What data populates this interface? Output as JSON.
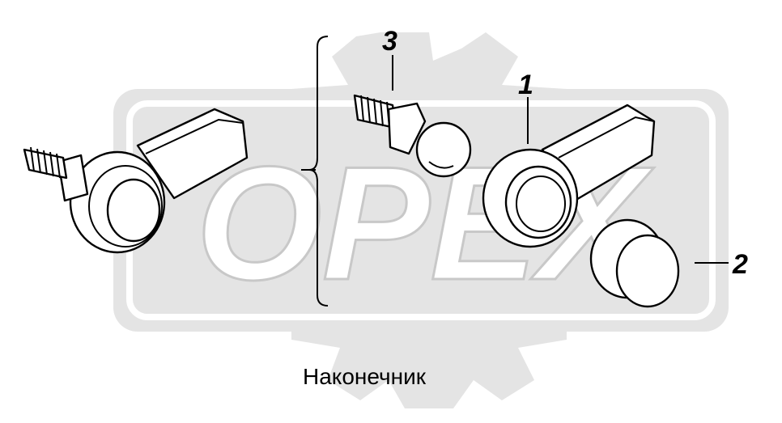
{
  "caption": "Наконечник",
  "watermark": {
    "text": "OPEX",
    "color": "#c8c8c8",
    "panel_color": "#e4e4e4"
  },
  "callouts": [
    {
      "id": "1",
      "label": "1"
    },
    {
      "id": "2",
      "label": "2"
    },
    {
      "id": "3",
      "label": "3"
    }
  ]
}
